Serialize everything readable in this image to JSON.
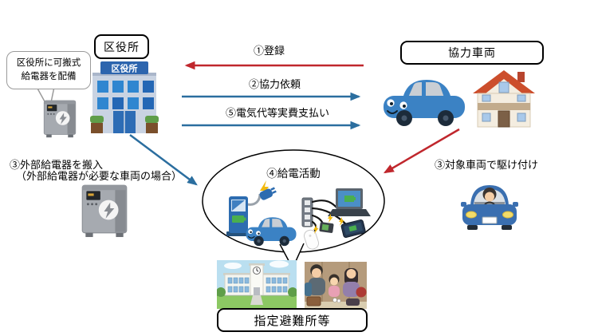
{
  "nodes": {
    "ward_office": {
      "label": "区役所",
      "building_sign": "区役所"
    },
    "cooperation_vehicle": {
      "label": "協力車両"
    },
    "designated_shelter": {
      "label": "指定避難所等"
    }
  },
  "speech_bubble": {
    "line1": "区役所に可搬式",
    "line2": "給電器を配備"
  },
  "flows": {
    "register": {
      "label": "①登録",
      "direction": "right-to-left",
      "color": "#c0272d"
    },
    "request": {
      "label": "②協力依頼",
      "direction": "left-to-right",
      "color": "#2b6e9f"
    },
    "payment": {
      "label": "⑤電気代等実費支払い",
      "direction": "left-to-right",
      "color": "#2b6e9f"
    },
    "carry_in": {
      "line1": "③外部給電器を搬入",
      "line2": "（外部給電器が必要な車両の場合）",
      "color": "#2b6e9f"
    },
    "rush": {
      "label": "③対象車両で駆け付け",
      "color": "#c0272d"
    },
    "supply_activity": {
      "label": "④給電活動"
    }
  },
  "illustrations": [
    "ward-office-building",
    "portable-power-device-small",
    "portable-power-device-large",
    "cooperation-car",
    "house",
    "ev-charging-station",
    "charging-car",
    "powered-devices",
    "driver-car",
    "evacuation-school",
    "evacuee-family"
  ],
  "colors": {
    "arrow_red": "#c0272d",
    "arrow_blue": "#2b6e9f",
    "box_border": "#000000",
    "background": "#ffffff"
  }
}
